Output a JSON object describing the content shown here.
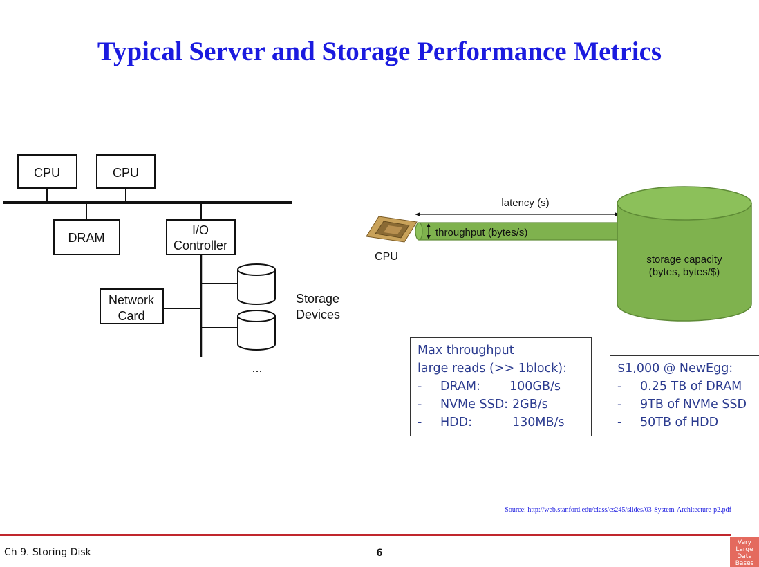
{
  "slide": {
    "title": "Typical Server and Storage Performance Metrics"
  },
  "left_diagram": {
    "cpu1": "CPU",
    "cpu2": "CPU",
    "dram": "DRAM",
    "io_line1": "I/O",
    "io_line2": "Controller",
    "network_line1": "Network",
    "network_line2": "Card",
    "storage_line1": "Storage",
    "storage_line2": "Devices",
    "ellipsis": "..."
  },
  "right_diagram": {
    "latency": "latency (s)",
    "throughput": "throughput (bytes/s)",
    "cpu": "CPU",
    "capacity_line1": "storage capacity",
    "capacity_line2": "(bytes, bytes/$)"
  },
  "throughput_box": {
    "line1": "Max throughput",
    "line2": "large reads (>> 1block):",
    "items": [
      {
        "dash": "-",
        "label": "DRAM:",
        "value": "100GB/s"
      },
      {
        "dash": "-",
        "label": "NVMe SSD:",
        "value": "2GB/s"
      },
      {
        "dash": "-",
        "label": "HDD:",
        "value": "130MB/s"
      }
    ]
  },
  "cost_box": {
    "heading": "$1,000 @ NewEgg:",
    "items": [
      {
        "dash": "-",
        "text": "0.25 TB of DRAM"
      },
      {
        "dash": "-",
        "text": "9TB of NVMe SSD"
      },
      {
        "dash": "-",
        "text": "50TB of HDD"
      }
    ]
  },
  "source": "Source: http://web.stanford.edu/class/cs245/slides/03-System-Architecture-p2.pdf",
  "footer": {
    "chapter": "Ch 9. Storing Disk",
    "page": "6",
    "logo": [
      "Very",
      "Large",
      "Data",
      "Bases"
    ]
  },
  "colors": {
    "title": "#1a1adf",
    "pipe": "#7fb24e",
    "footer_line": "#c0262d",
    "logo": "#e46a5e"
  }
}
